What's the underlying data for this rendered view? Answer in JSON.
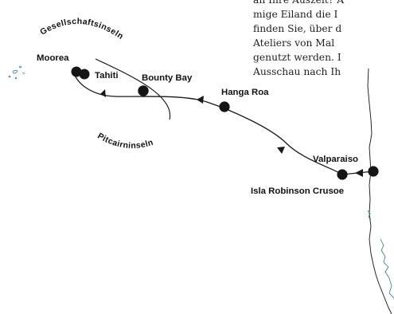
{
  "intro_text": {
    "lines": [
      "an Ihre Auszeit? A",
      "mige Eiland die I",
      "finden Sie, über d",
      "Ateliers von Mal",
      "genutzt werden. I",
      "Ausschau nach Ih"
    ]
  },
  "regions": {
    "society_islands": "Gesellschaftsinseln",
    "pitcairn_islands": "Pitcairninseln"
  },
  "stops": [
    {
      "name": "Moorea"
    },
    {
      "name": "Tahiti"
    },
    {
      "name": "Bounty Bay"
    },
    {
      "name": "Hanga Roa"
    },
    {
      "name": "Isla Robinson Crusoe"
    },
    {
      "name": "Valparaiso"
    }
  ],
  "colors": {
    "route": "#1a1a1a",
    "stop": "#151515",
    "coastline": "#111111"
  }
}
